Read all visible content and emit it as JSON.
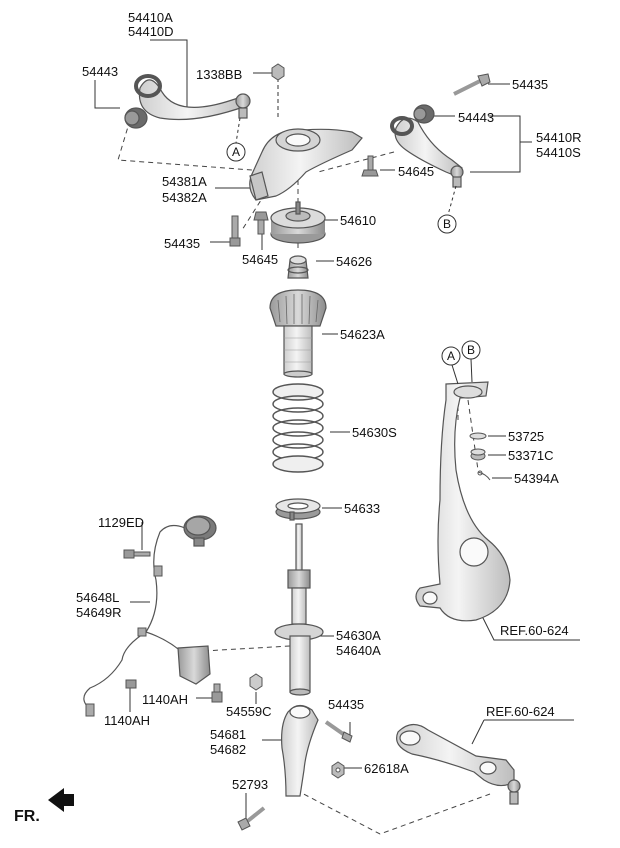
{
  "labels": {
    "p54410A": "54410A",
    "p54410D": "54410D",
    "p54443_left": "54443",
    "p1338BB": "1338BB",
    "p54435_top": "54435",
    "p54443_right": "54443",
    "p54410R": "54410R",
    "p54410S": "54410S",
    "p54645_right": "54645",
    "p54381A": "54381A",
    "p54382A": "54382A",
    "p54610": "54610",
    "p54435_left": "54435",
    "p54645_left": "54645",
    "p54626": "54626",
    "p54623A": "54623A",
    "p54630S": "54630S",
    "p53725": "53725",
    "p53371C": "53371C",
    "p54394A": "54394A",
    "p54633": "54633",
    "p1129ED": "1129ED",
    "p54648L": "54648L",
    "p54649R": "54649R",
    "p54630A": "54630A",
    "p54640A": "54640A",
    "ref_knuckle": "REF.60-624",
    "p1140AH_mid": "1140AH",
    "p54559C": "54559C",
    "p54435_bottom": "54435",
    "p1140AH_low": "1140AH",
    "ref_arm": "REF.60-624",
    "p54681": "54681",
    "p54682": "54682",
    "p62618A": "62618A",
    "p52793": "52793",
    "fr": "FR."
  },
  "callouts": {
    "A": "A",
    "B": "B"
  },
  "colors": {
    "part_fill": "#eeeeee",
    "part_stroke": "#555555",
    "leader": "#333333"
  }
}
